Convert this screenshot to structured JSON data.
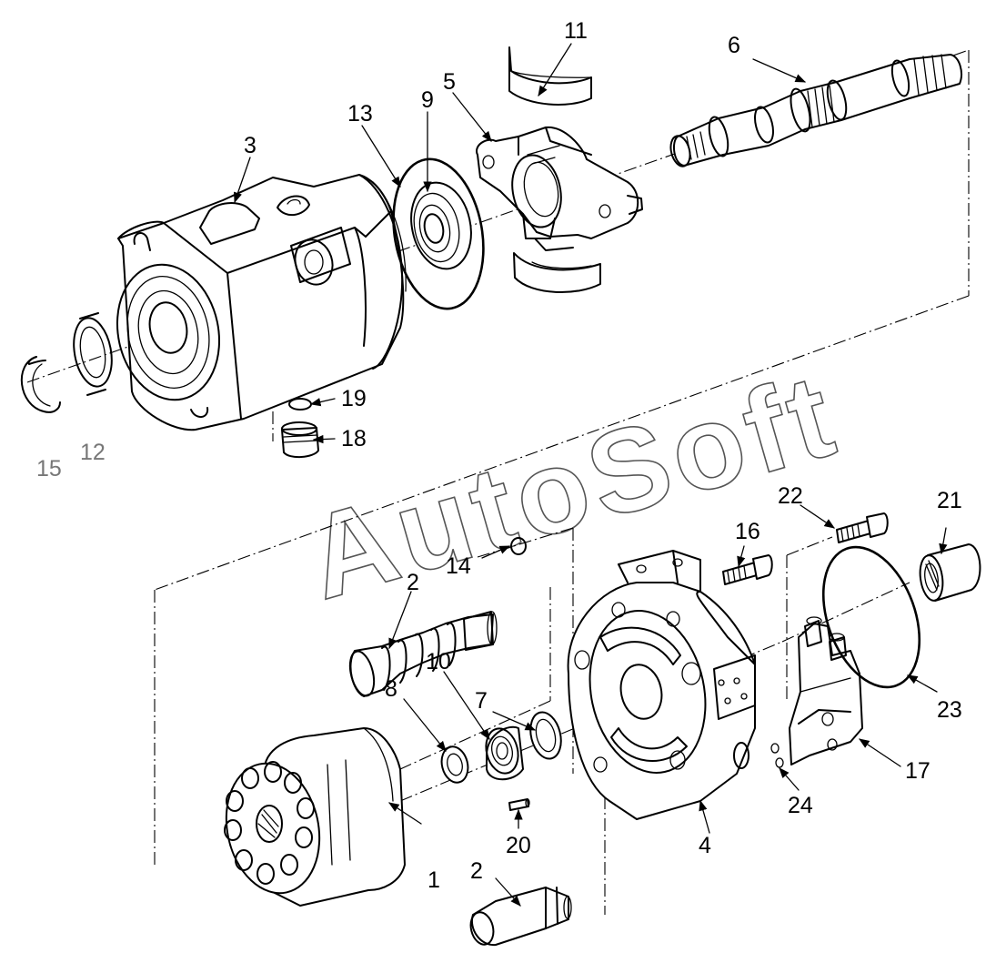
{
  "watermark": "AutoSoft",
  "callouts": {
    "c1": "1",
    "c2a": "2",
    "c2b": "2",
    "c3": "3",
    "c4": "4",
    "c5": "5",
    "c6": "6",
    "c7": "7",
    "c8": "8",
    "c9": "9",
    "c10": "10",
    "c11": "11",
    "c12": "12",
    "c13": "13",
    "c14": "14",
    "c15": "15",
    "c16": "16",
    "c17": "17",
    "c18": "18",
    "c19": "19",
    "c20": "20",
    "c21": "21",
    "c22": "22",
    "c23": "23",
    "c24": "24"
  }
}
